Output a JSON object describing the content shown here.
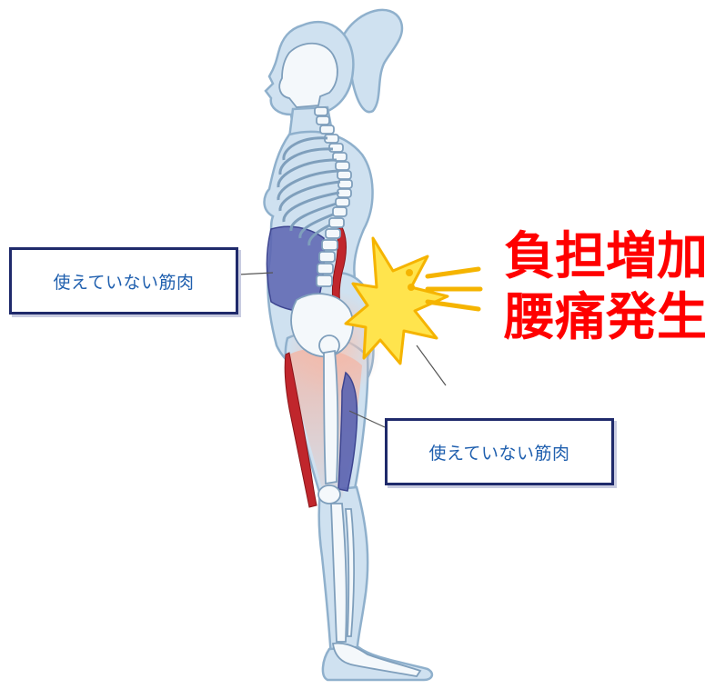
{
  "labels": {
    "unused_muscle_upper": "使えていない筋肉",
    "unused_muscle_lower": "使えていない筋肉"
  },
  "warning": {
    "line1": "負担増加",
    "line2": "腰痛発生",
    "color": "#ff0000"
  },
  "colors": {
    "body_fill": "#cfe1f0",
    "body_outline": "#8fb0cc",
    "bone": "#f4f8fb",
    "unused_muscle": "#5a63b0",
    "active_muscle": "#c0262c",
    "burst": "#ffe44d",
    "box_border": "#1f2a6b",
    "box_text": "#1f5fae"
  },
  "icons": [
    "pain-burst-icon",
    "motion-lines-icon"
  ]
}
